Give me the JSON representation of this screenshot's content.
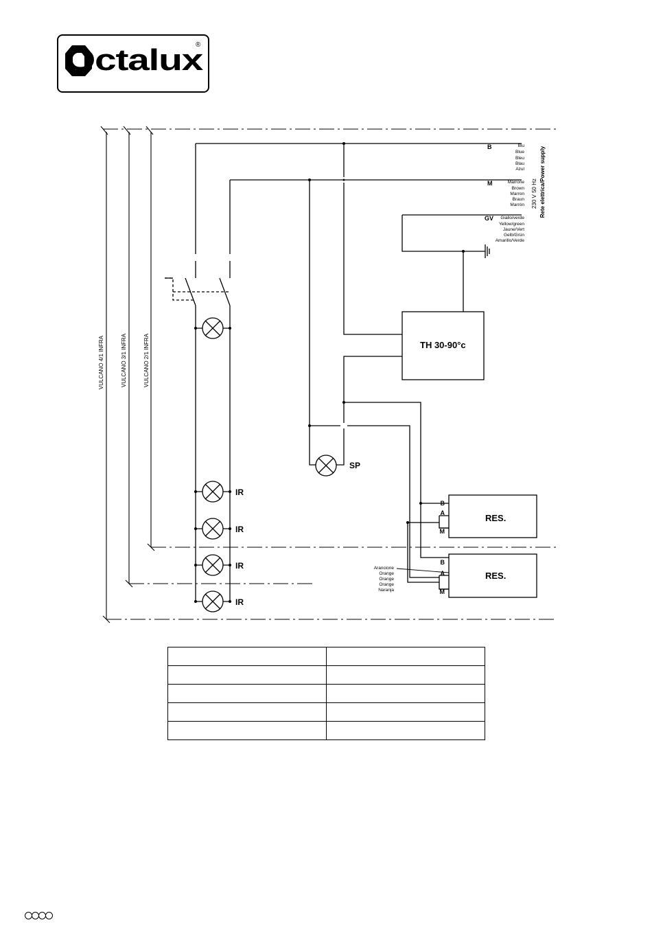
{
  "logo": {
    "brand": "Octalux",
    "registered_mark": "®"
  },
  "power": {
    "title_lines": [
      "230 V 50 Hz",
      "Rete elettrica/Power supply"
    ],
    "wires": [
      {
        "code": "B",
        "colors": [
          "Blu",
          "Blue",
          "Bleu",
          "Blau",
          "Azul"
        ]
      },
      {
        "code": "M",
        "colors": [
          "Marrone",
          "Brown",
          "Marron",
          "Braun",
          "Marrón"
        ]
      },
      {
        "code": "GV",
        "colors": [
          "Giallo/verde",
          "Yellow/green",
          "Jaune/Vert",
          "Gelb/Grün",
          "Amarillo/Verde"
        ]
      }
    ]
  },
  "thermostat": {
    "label": "TH 30-90°c"
  },
  "pilot_lamp": {
    "label": "SP"
  },
  "infrared_lamps": [
    {
      "label": "IR"
    },
    {
      "label": "IR"
    },
    {
      "label": "IR"
    },
    {
      "label": "IR"
    }
  ],
  "resistors": [
    {
      "label": "RES.",
      "terminals": [
        "B",
        "A",
        "M"
      ]
    },
    {
      "label": "RES.",
      "terminals": [
        "B",
        "A",
        "M"
      ]
    }
  ],
  "orange_wire": {
    "colors": [
      "Arancione",
      "Orange",
      "Orange",
      "Orange",
      "Naranja"
    ]
  },
  "models": [
    "VULCANO 4/1 INFRA",
    "VULCANO 3/1 INFRA",
    "VULCANO 2/1 INFRA"
  ],
  "parts_table": {
    "rows": [
      [
        "",
        ""
      ],
      [
        "",
        ""
      ],
      [
        "",
        ""
      ],
      [
        "",
        ""
      ],
      [
        "",
        ""
      ]
    ]
  },
  "colors": {
    "ink": "#000000",
    "paper": "#ffffff"
  }
}
